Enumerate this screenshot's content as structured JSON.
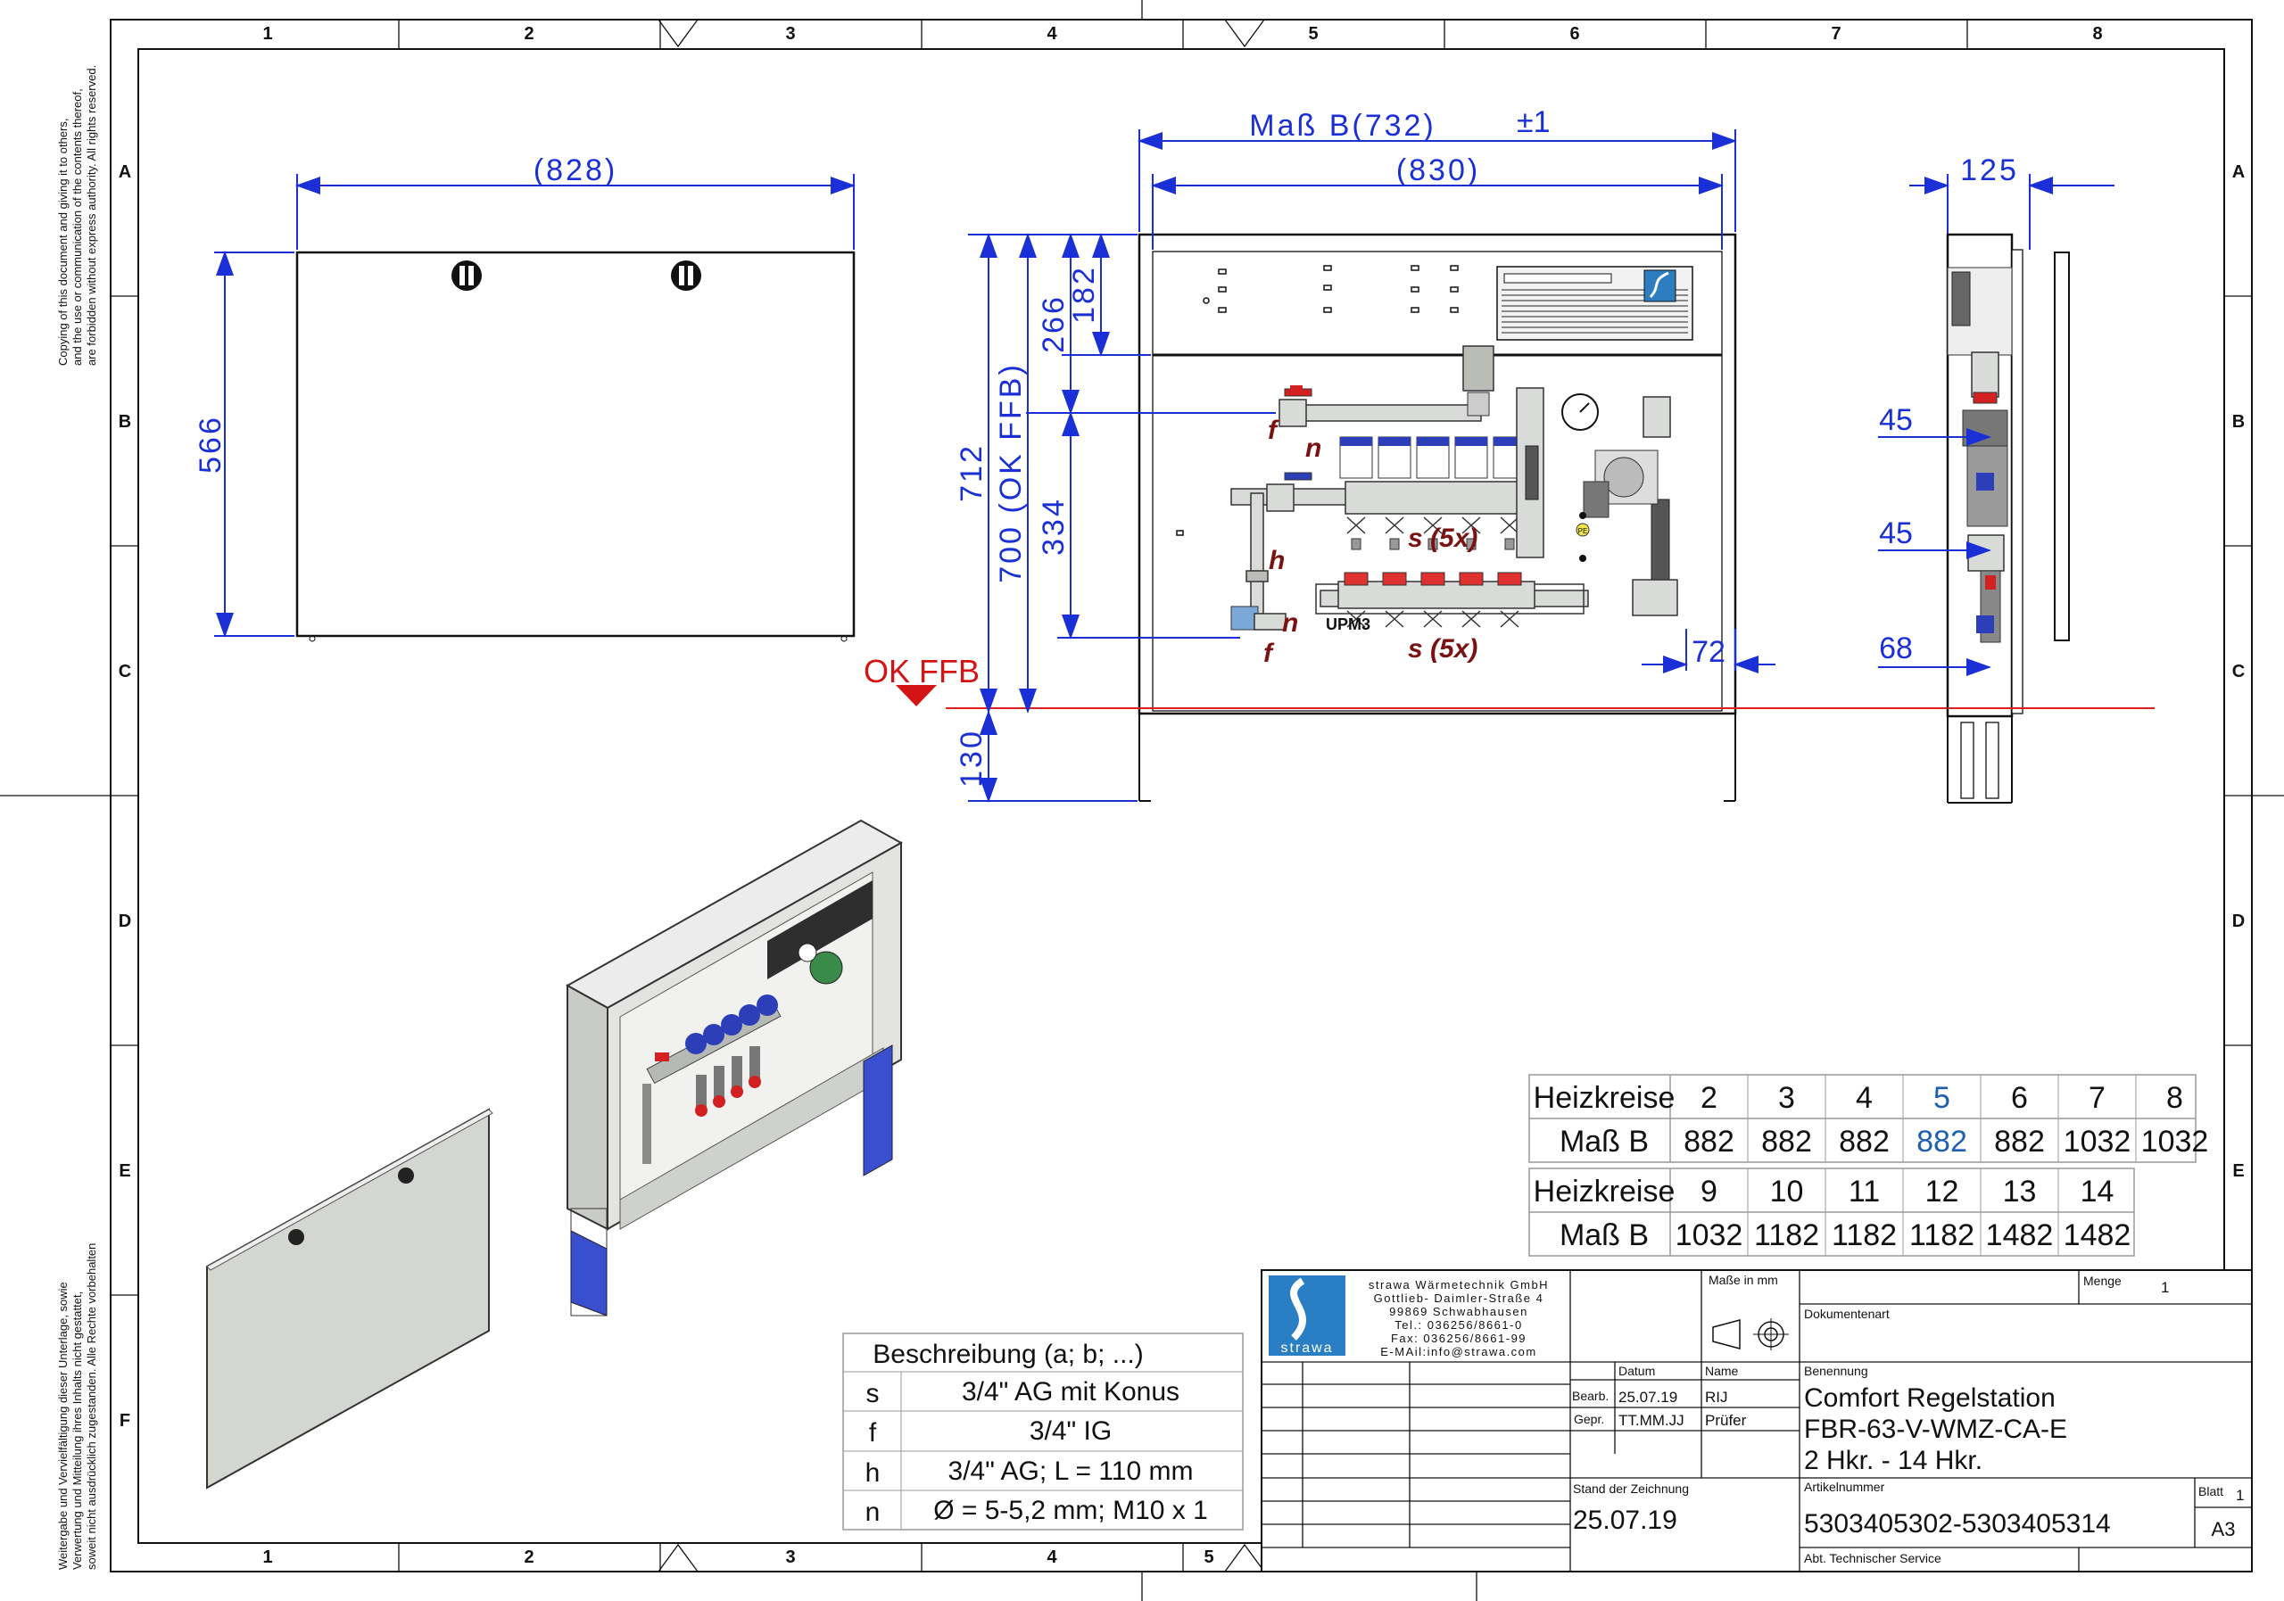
{
  "copyright_en": [
    "Copying of this document and giving it to others,",
    "and the use or communication of the contents thereof,",
    "are forbidden without express authority. All rights reserved."
  ],
  "copyright_de": [
    "Weitergabe und Vervielfältigung dieser Unterlage, sowie",
    "Verwertung und Mitteilung ihres Inhalts nicht gestattet,",
    "soweit nicht ausdrücklich zugestanden. Alle Rechte vorbehalten"
  ],
  "grid": {
    "columns": [
      "1",
      "2",
      "3",
      "4",
      "5",
      "6",
      "7",
      "8"
    ],
    "bottom_columns": [
      "1",
      "2",
      "3",
      "4",
      "5"
    ],
    "rows": [
      "A",
      "B",
      "C",
      "D",
      "E",
      "F"
    ]
  },
  "dimensions": {
    "front_width": "(828)",
    "front_height": "566",
    "mass_b": "Maß B(732)",
    "mass_b_tol": "±1",
    "inner_width": "(830)",
    "depth": "125",
    "h_182": "182",
    "h_266": "266",
    "h_334": "334",
    "h_700": "700 (OK FFB)",
    "h_712": "712",
    "h_130": "130",
    "w_72": "72",
    "side_45a": "45",
    "side_45b": "45",
    "side_68": "68"
  },
  "markers": {
    "f_top": "f",
    "n_top": "n",
    "h": "h",
    "n_bottom": "n",
    "f_bottom": "f",
    "s_top": "s (5x)",
    "s_bottom": "s (5x)",
    "upm": "UPM3",
    "pe": "PE"
  },
  "floor_label": "OK FFB",
  "size_table_1": {
    "row_label_1": "Heizkreise",
    "row_label_2": "Maß B",
    "heizkreise": [
      "2",
      "3",
      "4",
      "5",
      "6",
      "7",
      "8"
    ],
    "mass_b": [
      "882",
      "882",
      "882",
      "882",
      "882",
      "1032",
      "1032"
    ]
  },
  "size_table_2": {
    "row_label_1": "Heizkreise",
    "row_label_2": "Maß B",
    "heizkreise": [
      "9",
      "10",
      "11",
      "12",
      "13",
      "14"
    ],
    "mass_b": [
      "1032",
      "1182",
      "1182",
      "1182",
      "1482",
      "1482"
    ]
  },
  "highlight_color": "#1f5fb0",
  "dimension_color": "#1a2fd6",
  "description_table": {
    "header": "Beschreibung (a; b; ...)",
    "rows": [
      {
        "key": "s",
        "value": "3/4\" AG mit Konus"
      },
      {
        "key": "f",
        "value": "3/4\" IG"
      },
      {
        "key": "h",
        "value": "3/4\" AG; L = 110 mm"
      },
      {
        "key": "n",
        "value": "Ø = 5-5,2 mm; M10 x 1"
      }
    ]
  },
  "title_block": {
    "logo_text": "strawa",
    "company": [
      "strawa Wärmetechnik GmbH",
      "Gottlieb- Daimler-Straße 4",
      "99869 Schwabhausen",
      "Tel.: 036256/8661-0",
      "Fax: 036256/8661-99",
      "E-MAil:info@strawa.com"
    ],
    "units_label": "Maße in mm",
    "menge_label": "Menge",
    "menge_value": "1",
    "dokumentenart_label": "Dokumentenart",
    "datum_label": "Datum",
    "name_label": "Name",
    "bearb_label": "Bearb.",
    "bearb_date": "25.07.19",
    "bearb_name": "RIJ",
    "gepr_label": "Gepr.",
    "gepr_date": "TT.MM.JJ",
    "gepr_name": "Prüfer",
    "benennung_label": "Benennung",
    "title_lines": [
      "Comfort Regelstation",
      "FBR-63-V-WMZ-CA-E",
      "2 Hkr. - 14 Hkr."
    ],
    "stand_label": "Stand der Zeichnung",
    "stand_value": "25.07.19",
    "artikel_label": "Artikelnummer",
    "artikel_value": "5303405302-5303405314",
    "blatt_label": "Blatt",
    "blatt_value": "1",
    "format": "A3",
    "department": "Abt. Technischer Service"
  }
}
